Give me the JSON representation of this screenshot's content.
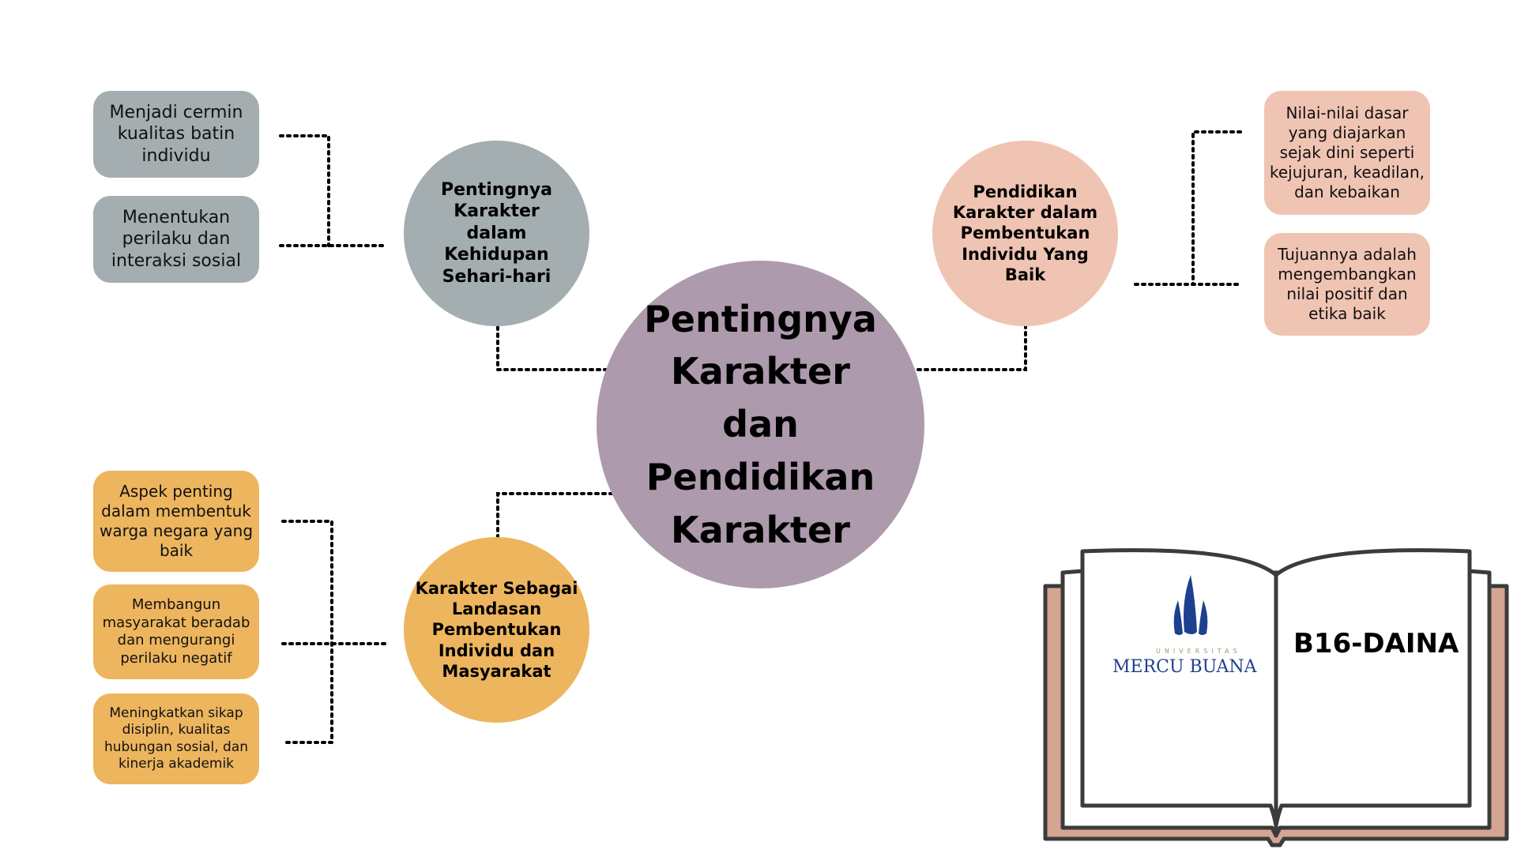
{
  "center": {
    "title": "Pentingnya\nKarakter\ndan\nPendidikan\nKarakter"
  },
  "branches": {
    "daily_life": {
      "title": "Pentingnya\nKarakter\ndalam\nKehidupan\nSehari-hari",
      "items": [
        "Menjadi cermin\nkualitas batin\nindividu",
        "Menentukan\nperilaku dan\ninteraksi sosial"
      ]
    },
    "character_education": {
      "title": "Pendidikan\nKarakter dalam\nPembentukan\nIndividu Yang\nBaik",
      "items": [
        "Nilai-nilai dasar\nyang diajarkan\nsejak dini seperti\nkejujuran, keadilan,\ndan kebaikan",
        "Tujuannya adalah\nmengembangkan\nnilai positif dan\netika baik"
      ]
    },
    "foundation": {
      "title": "Karakter Sebagai\nLandasan\nPembentukan\nIndividu dan\nMasyarakat",
      "items": [
        "Aspek penting\ndalam membentuk\nwarga negara yang\nbaik",
        "Membangun\nmasyarakat beradab\ndan mengurangi\nperilaku negatif",
        "Meningkatkan sikap\ndisiplin, kualitas\nhubungan sosial, dan\nkinerja akademik"
      ]
    }
  },
  "book": {
    "code": "B16-DAINA",
    "logo_top": "UNIVERSITAS",
    "logo_name": "MERCU BUANA",
    "logo_icon": "mercu-buana-flame-icon"
  },
  "colors": {
    "center": "#ae9aad",
    "gray": "#a4adb0",
    "peach": "#f0c4b2",
    "orange": "#edb55e",
    "book_cover": "#d4a593",
    "logo_blue": "#1f3f8f"
  }
}
